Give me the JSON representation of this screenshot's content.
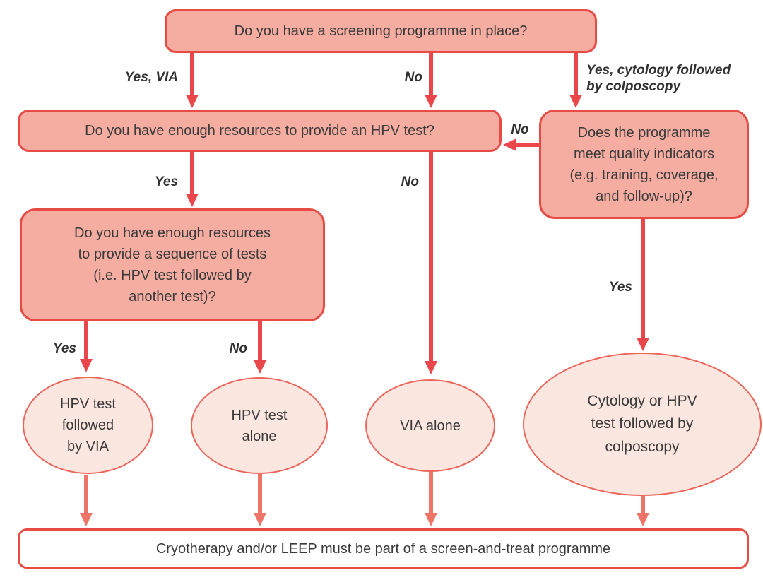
{
  "diagram": {
    "type": "flowchart",
    "nodes": {
      "screening": {
        "text": "Do you have a screening programme in place?"
      },
      "hpv_resources": {
        "text": "Do you have enough resources to provide an HPV test?"
      },
      "quality": {
        "text": "Does the programme\nmeet quality indicators\n(e.g. training, coverage,\nand follow-up)?"
      },
      "sequence": {
        "text": "Do you have enough resources\nto provide a sequence of tests\n(i.e. HPV test followed by\nanother test)?"
      },
      "hpv_then_via": {
        "text": "HPV test\nfollowed\nby VIA"
      },
      "hpv_alone": {
        "text": "HPV test\nalone"
      },
      "via_alone": {
        "text": "VIA alone"
      },
      "cytology_colposcopy": {
        "text": "Cytology or HPV\ntest followed by\ncolposcopy"
      },
      "treatment": {
        "text": "Cryotherapy and/or LEEP must be part of a screen-and-treat programme"
      }
    },
    "edge_labels": {
      "yes_via": "Yes, VIA",
      "no_screening": "No",
      "yes_cytology": "Yes, cytology followed\nby colposcopy",
      "no_quality": "No",
      "yes_hpv_resources": "Yes",
      "no_hpv_resources": "No",
      "yes_sequence": "Yes",
      "no_sequence": "No",
      "yes_quality": "Yes"
    },
    "colors": {
      "question_fill": "#f5ada1",
      "question_border": "#e84a44",
      "outcome_fill": "#fce7e0",
      "outcome_border": "#ec655b",
      "arrow_main": "#e9474b",
      "arrow_light": "#ee7467",
      "final_fill": "#ffffff",
      "text": "#3a3a3a",
      "label_text": "#303030"
    }
  }
}
